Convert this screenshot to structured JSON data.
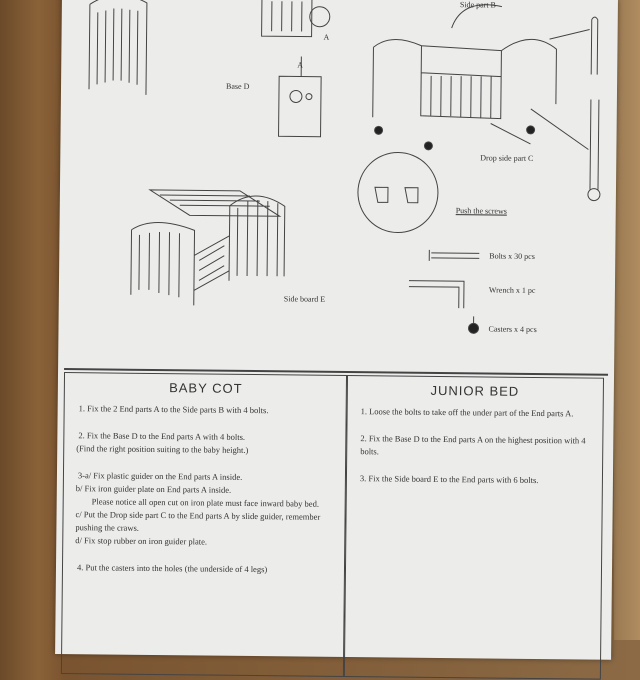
{
  "diagram": {
    "labels": {
      "side_part": "Side part B",
      "base": "Base D",
      "part_a_1": "A",
      "part_a_2": "A",
      "drop_side": "Drop side part C",
      "push": "Push the screws",
      "bolts": "Bolts x 30 pcs",
      "wrench": "Wrench x 1 pc",
      "casters": "Casters x 4 pcs",
      "side_board": "Side board E"
    }
  },
  "baby_cot": {
    "title": "BABY COT",
    "steps": [
      "1. Fix the 2 End parts A to the Side parts B with 4 bolts.",
      "2. Fix the Base D to the End parts A with 4 bolts.",
      "(Find the right position suiting to the baby height.)",
      "3-a/ Fix plastic guider on the End parts A inside.",
      "b/ Fix iron guider plate on End parts A inside.",
      "Please notice all open cut on iron plate must face inward baby bed.",
      "c/ Put the Drop side part C to the End parts A by slide guider, remember pushing the craws.",
      "d/ Fix stop rubber on iron guider plate.",
      "4. Put the casters into the holes (the underside of 4 legs)"
    ]
  },
  "junior_bed": {
    "title": "JUNIOR BED",
    "steps": [
      "1. Loose the bolts to take off the under part of the End parts A.",
      "2. Fix the Base D to the End parts A on the highest position with 4 bolts.",
      "3. Fix the Side board E to the End parts with 6 bolts."
    ]
  }
}
